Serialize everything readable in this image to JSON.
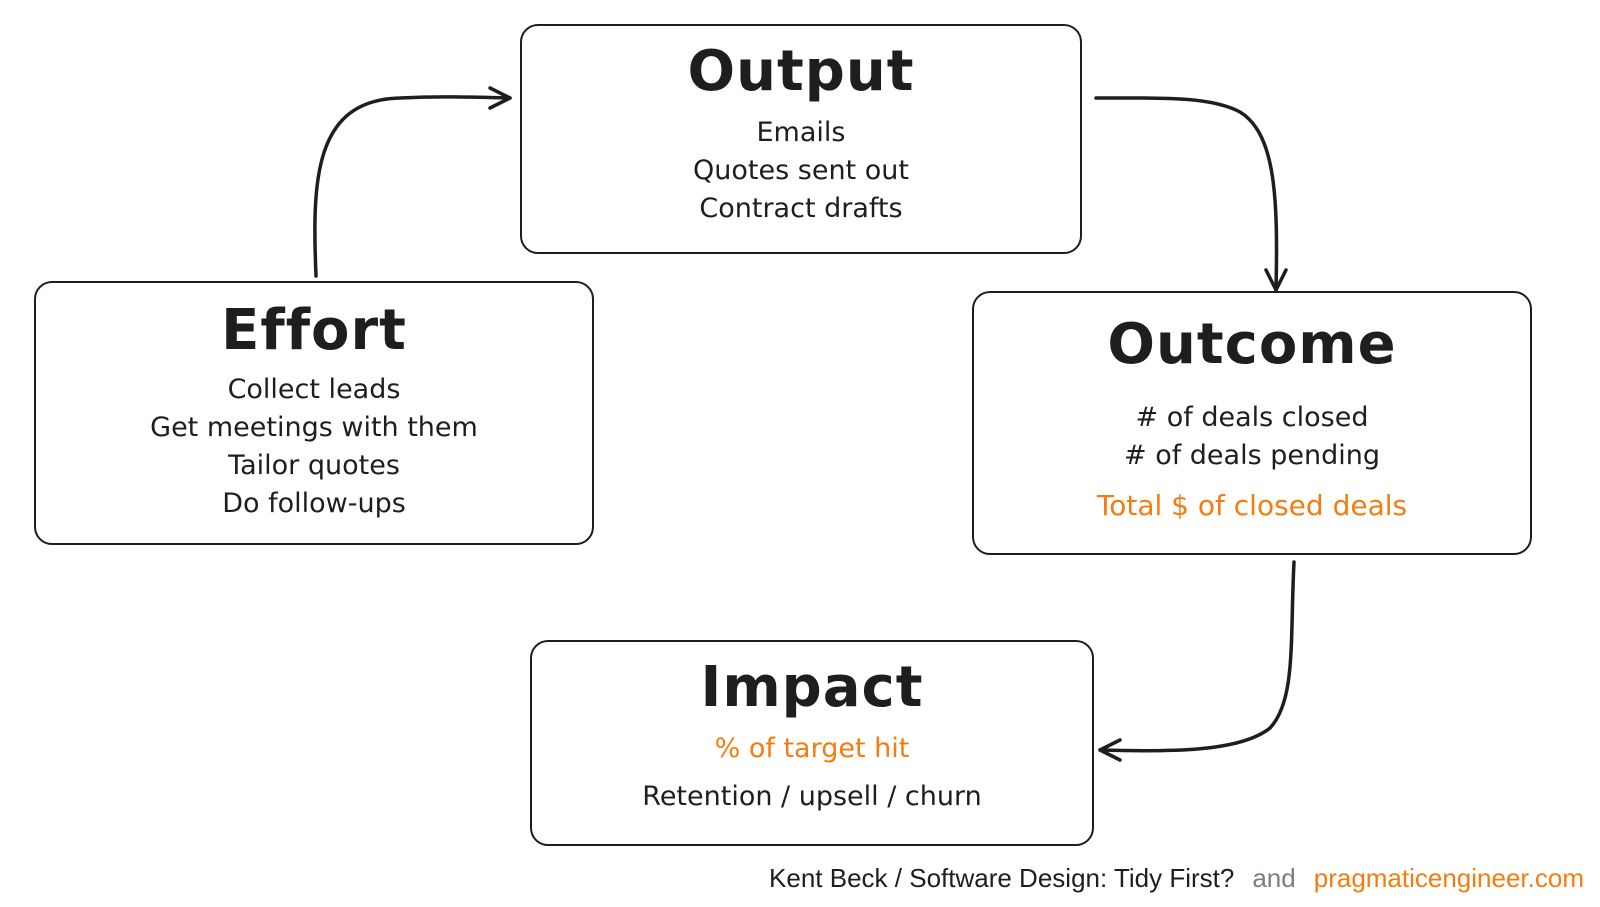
{
  "boxes": {
    "output": {
      "title": "Output",
      "lines": [
        "Emails",
        "Quotes sent out",
        "Contract drafts"
      ]
    },
    "effort": {
      "title": "Effort",
      "lines": [
        "Collect leads",
        "Get meetings with them",
        "Tailor quotes",
        "Do follow-ups"
      ]
    },
    "outcome": {
      "title": "Outcome",
      "lines": [
        "# of deals closed",
        "# of deals pending"
      ],
      "highlight": "Total $ of closed deals"
    },
    "impact": {
      "title": "Impact",
      "highlight": "% of target hit",
      "lines": [
        "Retention / upsell / churn"
      ]
    }
  },
  "footer": {
    "credit": "Kent Beck / Software Design: Tidy First?",
    "connector": "and",
    "site": "pragmaticengineer.com"
  },
  "colors": {
    "text": "#1e1e1e",
    "accent": "#f57c10",
    "muted": "#7a7f85",
    "background": "#ffffff"
  }
}
